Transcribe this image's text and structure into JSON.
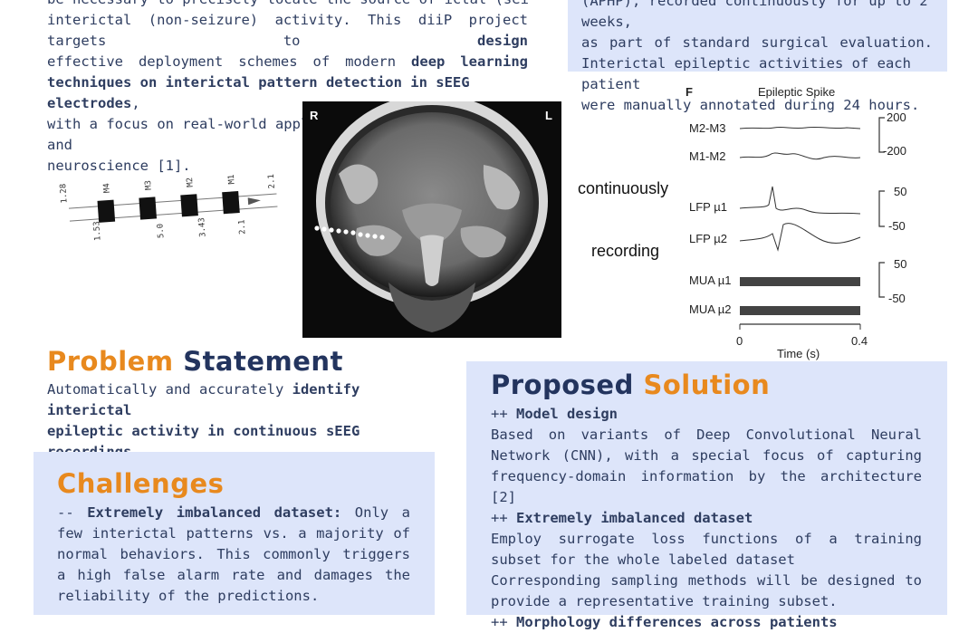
{
  "intro": {
    "line0": "be necessary to precisely locate the source of ictal (seizures) and",
    "line1_a": "interictal (non-seizure) activity. This diiP project targets to ",
    "line1_b": "design",
    "line2_a": "effective deployment schemes of modern ",
    "line2_b": "deep learning",
    "line3_b": "techniques on interictal pattern detection in sEEG electrodes",
    "line3_c": ",",
    "line4": "with a focus on real-world applications for neurology and clinical",
    "line5": "neuroscience [1]."
  },
  "dataset": {
    "line0": "(APHP), recorded continuously for up to 2 weeks,",
    "line1": "as part of standard surgical evaluation.",
    "line2": "Interictal epileptic activities of each patient",
    "line3": "were manually annotated during 24 hours."
  },
  "electrode": {
    "contacts": [
      "M4",
      "M3",
      "M2",
      "M1"
    ],
    "dims": [
      "1.28",
      "1.53",
      "5.0",
      "3.43",
      "2.1",
      "2.1"
    ]
  },
  "mri": {
    "left_label": "R",
    "right_label": "L"
  },
  "annotations": {
    "continuously": "continuously",
    "recording": "recording"
  },
  "spike_figure": {
    "panel": "F",
    "title": "Epileptic Spike",
    "channels": [
      "M2-M3",
      "M1-M2",
      "LFP µ1",
      "LFP µ2",
      "MUA µ1",
      "MUA µ2"
    ],
    "scale_bars": [
      {
        "top": "200",
        "bottom": "-200"
      },
      {
        "top": "50",
        "bottom": "-50"
      },
      {
        "top": "50",
        "bottom": "-50"
      }
    ],
    "x_ticks": [
      "0",
      "0.4"
    ],
    "x_label": "Time (s)"
  },
  "problem": {
    "title_a": "Problem",
    "title_b": "Statement",
    "line0_a": "Automatically and accurately ",
    "line0_b": "identify interictal",
    "line1_b": "epileptic activity in continuous sEEG recordings",
    "line1_c": "."
  },
  "challenges": {
    "title": "Challenges",
    "prefix": "-- ",
    "heading": "Extremely imbalanced dataset:",
    "text": " Only a few interictal patterns vs. a majority of normal behaviors. This commonly triggers a high false alarm rate and damages the reliability of the predictions."
  },
  "solution": {
    "title_a": "Proposed",
    "title_b": "Solution",
    "items": [
      {
        "prefix": "++ ",
        "heading": "Model design"
      },
      {
        "text": "Based on variants of Deep Convolutional Neural Network (CNN), with a special focus of capturing frequency-domain information by the architecture [2]"
      },
      {
        "prefix": "++ ",
        "heading": "Extremely imbalanced dataset"
      },
      {
        "text": "Employ surrogate loss functions of a training subset for the whole labeled dataset"
      },
      {
        "text": "Corresponding sampling methods will be designed to provide a representative training subset."
      },
      {
        "prefix": "++ ",
        "heading": "Morphology differences across patients"
      }
    ]
  },
  "colors": {
    "accent": "#e8891e",
    "navy": "#23345e",
    "box": "#dde5fa"
  }
}
